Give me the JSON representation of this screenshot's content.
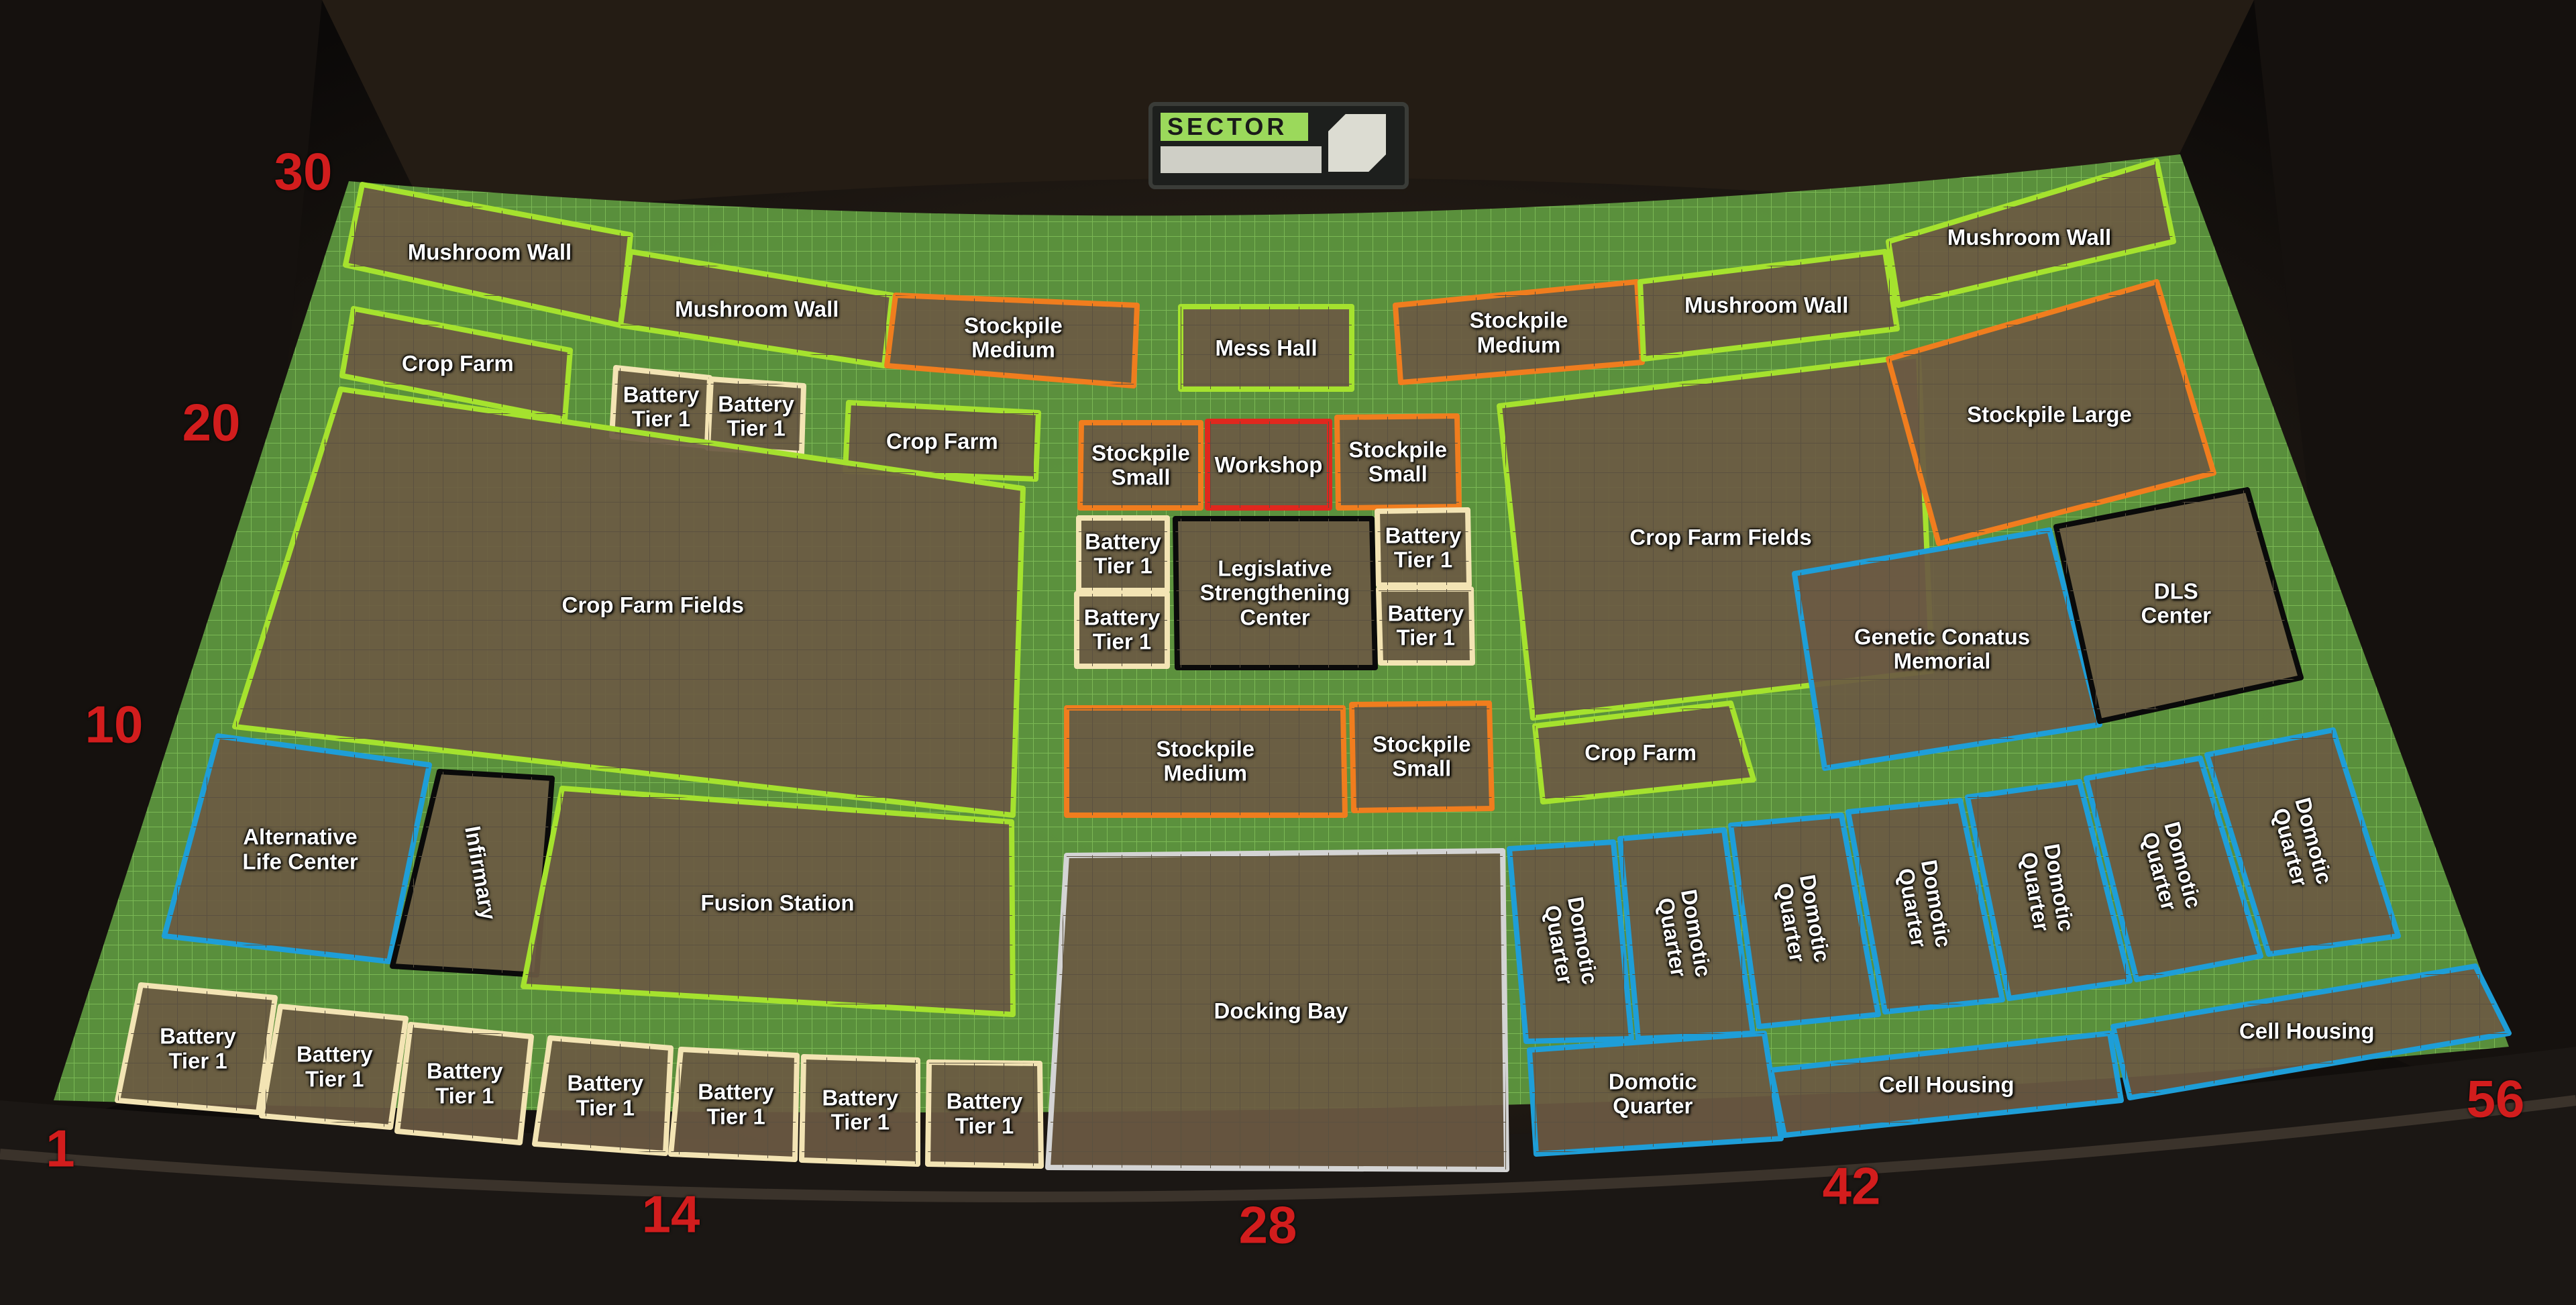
{
  "colors": {
    "green": "#a5e22e",
    "orange": "#f07d1e",
    "cream": "#f3e4b4",
    "blue": "#1e9ed8",
    "black": "#0a0a0a",
    "red": "#e0281e",
    "white": "#d4d4d4",
    "numbers": "#d21d1d"
  },
  "sign": {
    "title": "SECTOR",
    "icon": "sector-plaque-icon"
  },
  "buildings": [
    {
      "id": "mushroom-wall-1",
      "label": "Mushroom Wall",
      "color": "green"
    },
    {
      "id": "mushroom-wall-2",
      "label": "Mushroom Wall",
      "color": "green"
    },
    {
      "id": "stockpile-medium-1",
      "label": "Stockpile\nMedium",
      "color": "orange"
    },
    {
      "id": "mess-hall",
      "label": "Mess Hall",
      "color": "green"
    },
    {
      "id": "stockpile-medium-2",
      "label": "Stockpile\nMedium",
      "color": "orange"
    },
    {
      "id": "mushroom-wall-3",
      "label": "Mushroom Wall",
      "color": "green"
    },
    {
      "id": "mushroom-wall-4",
      "label": "Mushroom Wall",
      "color": "green"
    },
    {
      "id": "crop-farm-1",
      "label": "Crop Farm",
      "color": "green"
    },
    {
      "id": "battery-tier1-1",
      "label": "Battery\nTier 1",
      "color": "cream"
    },
    {
      "id": "battery-tier1-2",
      "label": "Battery\nTier 1",
      "color": "cream"
    },
    {
      "id": "crop-farm-2",
      "label": "Crop Farm",
      "color": "green"
    },
    {
      "id": "crop-farm-fields-left",
      "label": "Crop Farm Fields",
      "color": "green"
    },
    {
      "id": "stockpile-small-1",
      "label": "Stockpile\nSmall",
      "color": "orange"
    },
    {
      "id": "workshop",
      "label": "Workshop",
      "color": "red"
    },
    {
      "id": "stockpile-small-2",
      "label": "Stockpile\nSmall",
      "color": "orange"
    },
    {
      "id": "battery-tier1-3",
      "label": "Battery\nTier 1",
      "color": "cream"
    },
    {
      "id": "legislative-strengthening-center",
      "label": "Legislative\nStrengthening\nCenter",
      "color": "black"
    },
    {
      "id": "battery-tier1-4",
      "label": "Battery\nTier 1",
      "color": "cream"
    },
    {
      "id": "battery-tier1-5",
      "label": "Battery\nTier 1",
      "color": "cream"
    },
    {
      "id": "battery-tier1-6",
      "label": "Battery\nTier 1",
      "color": "cream"
    },
    {
      "id": "stockpile-medium-3",
      "label": "Stockpile\nMedium",
      "color": "orange"
    },
    {
      "id": "stockpile-small-3",
      "label": "Stockpile\nSmall",
      "color": "orange"
    },
    {
      "id": "crop-farm-fields-right",
      "label": "Crop Farm Fields",
      "color": "green"
    },
    {
      "id": "stockpile-large",
      "label": "Stockpile Large",
      "color": "orange"
    },
    {
      "id": "genetic-conatus-memorial",
      "label": "Genetic Conatus\nMemorial",
      "color": "blue"
    },
    {
      "id": "dls-center",
      "label": "DLS\nCenter",
      "color": "black"
    },
    {
      "id": "crop-farm-3",
      "label": "Crop Farm",
      "color": "green"
    },
    {
      "id": "alternative-life-center",
      "label": "Alternative\nLife Center",
      "color": "blue"
    },
    {
      "id": "infirmary",
      "label": "Infirmary",
      "color": "black"
    },
    {
      "id": "fusion-station",
      "label": "Fusion Station",
      "color": "green"
    },
    {
      "id": "docking-bay",
      "label": "Docking Bay",
      "color": "white"
    },
    {
      "id": "domotic-quarter-1",
      "label": "Domotic\nQuarter",
      "color": "blue"
    },
    {
      "id": "domotic-quarter-2",
      "label": "Domotic\nQuarter",
      "color": "blue"
    },
    {
      "id": "domotic-quarter-3",
      "label": "Domotic\nQuarter",
      "color": "blue"
    },
    {
      "id": "domotic-quarter-4",
      "label": "Domotic\nQuarter",
      "color": "blue"
    },
    {
      "id": "domotic-quarter-5",
      "label": "Domotic\nQuarter",
      "color": "blue"
    },
    {
      "id": "domotic-quarter-6",
      "label": "Domotic\nQuarter",
      "color": "blue"
    },
    {
      "id": "domotic-quarter-7",
      "label": "Domotic\nQuarter",
      "color": "blue"
    },
    {
      "id": "domotic-quarter-8",
      "label": "Domotic\nQuarter",
      "color": "blue"
    },
    {
      "id": "cell-housing-1",
      "label": "Cell Housing",
      "color": "blue"
    },
    {
      "id": "cell-housing-2",
      "label": "Cell Housing",
      "color": "blue"
    },
    {
      "id": "battery-tier1-7",
      "label": "Battery\nTier 1",
      "color": "cream"
    },
    {
      "id": "battery-tier1-8",
      "label": "Battery\nTier 1",
      "color": "cream"
    },
    {
      "id": "battery-tier1-9",
      "label": "Battery\nTier 1",
      "color": "cream"
    },
    {
      "id": "battery-tier1-10",
      "label": "Battery\nTier 1",
      "color": "cream"
    },
    {
      "id": "battery-tier1-11",
      "label": "Battery\nTier 1",
      "color": "cream"
    },
    {
      "id": "battery-tier1-12",
      "label": "Battery\nTier 1",
      "color": "cream"
    },
    {
      "id": "battery-tier1-13",
      "label": "Battery\nTier 1",
      "color": "cream"
    }
  ],
  "edge_numbers": [
    "1",
    "10",
    "20",
    "30",
    "14",
    "28",
    "42",
    "56"
  ]
}
